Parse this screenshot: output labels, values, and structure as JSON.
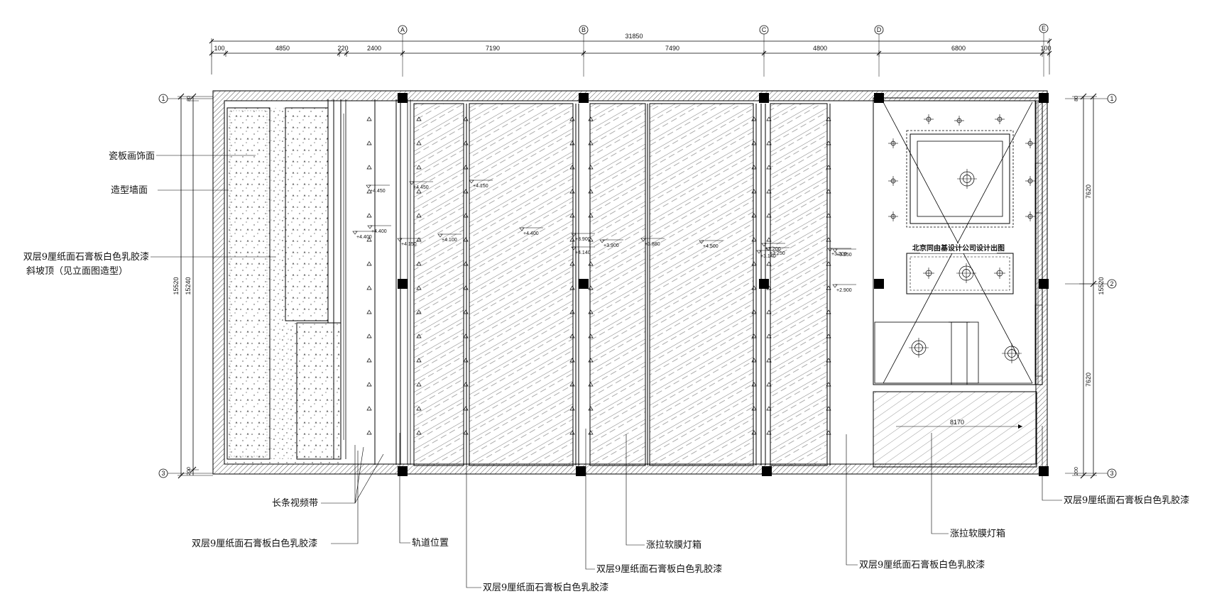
{
  "dimensions_top": {
    "total": "31850",
    "segments": [
      "100",
      "4850",
      "220",
      "2400",
      "7190",
      "7490",
      "4800",
      "6800",
      "100"
    ]
  },
  "dimensions_left": {
    "total": "15520",
    "inner": "15240",
    "top_small": "80",
    "bottom_small": "200"
  },
  "dimensions_right": {
    "upper": "7620",
    "lower": "7620",
    "total": "15520",
    "top_small": "80",
    "bottom_small": "200"
  },
  "grid_axes": {
    "columns": [
      "A",
      "B",
      "C",
      "D",
      "E"
    ],
    "rows": [
      "1",
      "2",
      "3"
    ]
  },
  "labels_left": {
    "porcelain_wall": "瓷板画饰面",
    "feature_wall": "造型墙面",
    "gypsum_slope_1": "双层9厘纸面石膏板白色乳胶漆",
    "gypsum_slope_2": "斜坡顶（见立面图造型）"
  },
  "labels_bottom": {
    "video_strip": "长条视频带",
    "gypsum_1": "双层9厘纸面石膏板白色乳胶漆",
    "track": "轨道位置",
    "gypsum_2": "双层9厘纸面石膏板白色乳胶漆",
    "lightbox_1": "涨拉软膜灯箱",
    "gypsum_3": "双层9厘纸面石膏板白色乳胶漆",
    "gypsum_4": "双层9厘纸面石膏板白色乳胶漆",
    "lightbox_2": "涨拉软膜灯箱",
    "gypsum_right": "双层9厘纸面石膏板白色乳胶漆"
  },
  "levels": [
    "+4.450",
    "+4.400",
    "+4.400",
    "+4.450",
    "+4.150",
    "+4.100",
    "+4.150",
    "+4.400",
    "+3.900",
    "+4.140",
    "+3.900",
    "+3.880",
    "+4.500",
    "+3.200",
    "+3.140",
    "+3.250",
    "+3.200",
    "+3.250",
    "+2.900"
  ],
  "watermark": "北京同由基设计公司设计出图",
  "room_dim": "8170"
}
